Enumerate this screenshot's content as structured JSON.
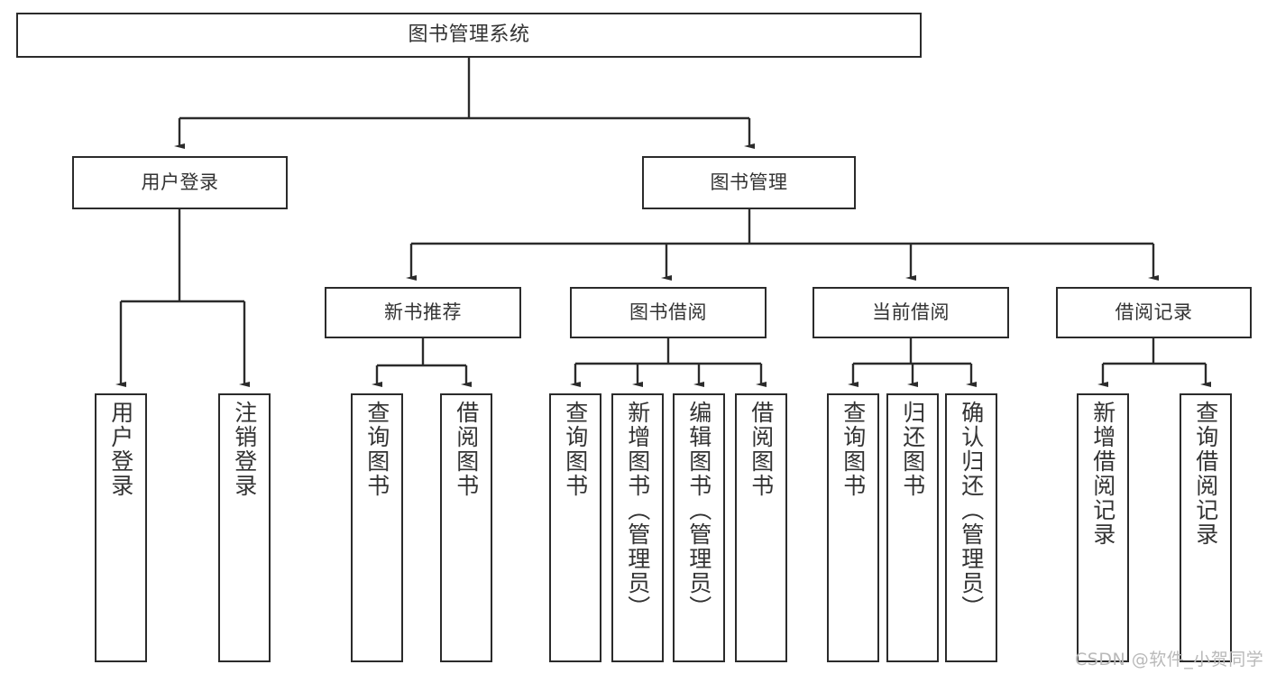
{
  "diagram": {
    "title": "图书管理系统",
    "background_color": "#ffffff",
    "line_color": "#2b2b2b",
    "text_color": "#333333"
  },
  "nodes": {
    "root": {
      "label": "图书管理系统"
    },
    "level1": [
      {
        "key": "user_login",
        "label": "用户登录"
      },
      {
        "key": "book_manage",
        "label": "图书管理"
      }
    ],
    "level2": [
      {
        "key": "new_book_rec",
        "label": "新书推荐"
      },
      {
        "key": "book_borrow",
        "label": "图书借阅"
      },
      {
        "key": "current_borrow",
        "label": "当前借阅"
      },
      {
        "key": "borrow_record",
        "label": "借阅记录"
      }
    ],
    "leaves": {
      "user_login": [
        {
          "key": "leaf-user-login",
          "label": "用户登录"
        },
        {
          "key": "leaf-user-logout",
          "label": "注销登录"
        }
      ],
      "new_book_rec": [
        {
          "key": "leaf-query-book-1",
          "label": "查询图书"
        },
        {
          "key": "leaf-borrow-book-1",
          "label": "借阅图书"
        }
      ],
      "book_borrow": [
        {
          "key": "leaf-query-book-2",
          "label": "查询图书"
        },
        {
          "key": "leaf-add-book",
          "label": "新增图书（管理员）"
        },
        {
          "key": "leaf-edit-book",
          "label": "编辑图书（管理员）"
        },
        {
          "key": "leaf-borrow-book-2",
          "label": "借阅图书"
        }
      ],
      "current_borrow": [
        {
          "key": "leaf-query-book-3",
          "label": "查询图书"
        },
        {
          "key": "leaf-return-book",
          "label": "归还图书"
        },
        {
          "key": "leaf-confirm-return",
          "label": "确认归还（管理员）"
        }
      ],
      "borrow_record": [
        {
          "key": "leaf-add-record",
          "label": "新增借阅记录"
        },
        {
          "key": "leaf-query-record",
          "label": "查询借阅记录"
        }
      ]
    }
  },
  "watermark": {
    "text": "CSDN @软件_小贺同学"
  }
}
